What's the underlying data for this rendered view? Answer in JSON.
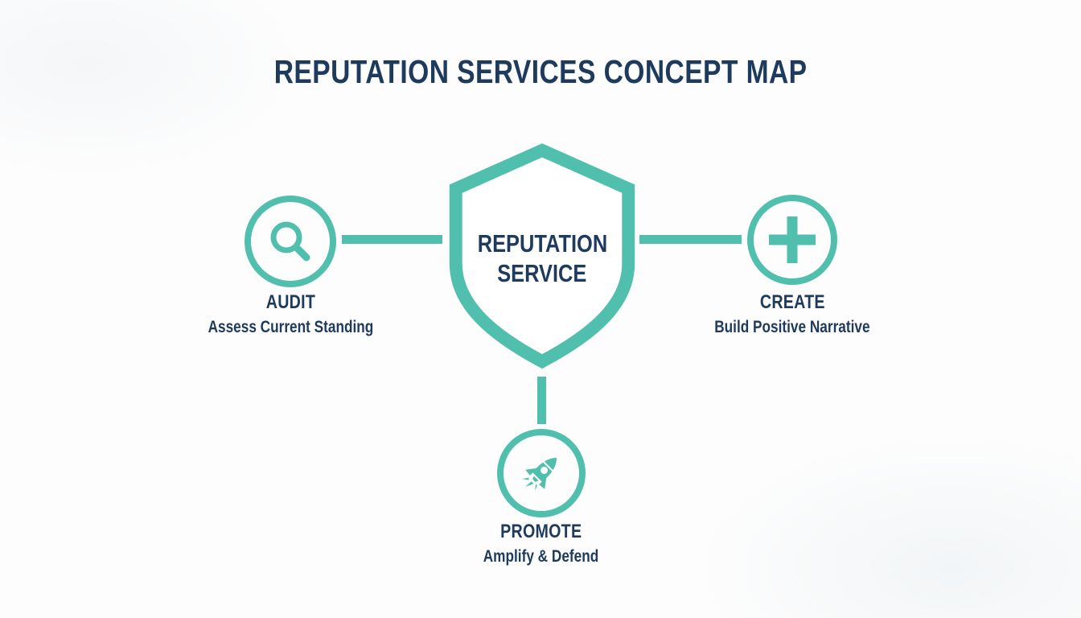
{
  "title": "REPUTATION SERVICES CONCEPT MAP",
  "center": {
    "icon": "shield-icon",
    "label_line1": "REPUTATION",
    "label_line2": "SERVICE"
  },
  "nodes": [
    {
      "id": "audit",
      "position": "left",
      "icon": "magnifier-icon",
      "label": "AUDIT",
      "description": "Assess Current Standing"
    },
    {
      "id": "create",
      "position": "right",
      "icon": "plus-icon",
      "label": "CREATE",
      "description": "Build Positive Narrative"
    },
    {
      "id": "promote",
      "position": "bottom",
      "icon": "rocket-icon",
      "label": "PROMOTE",
      "description": "Amplify & Defend"
    }
  ],
  "colors": {
    "accent": "#50bfad",
    "text": "#1e3a5c",
    "background": "#fdfdfd"
  }
}
